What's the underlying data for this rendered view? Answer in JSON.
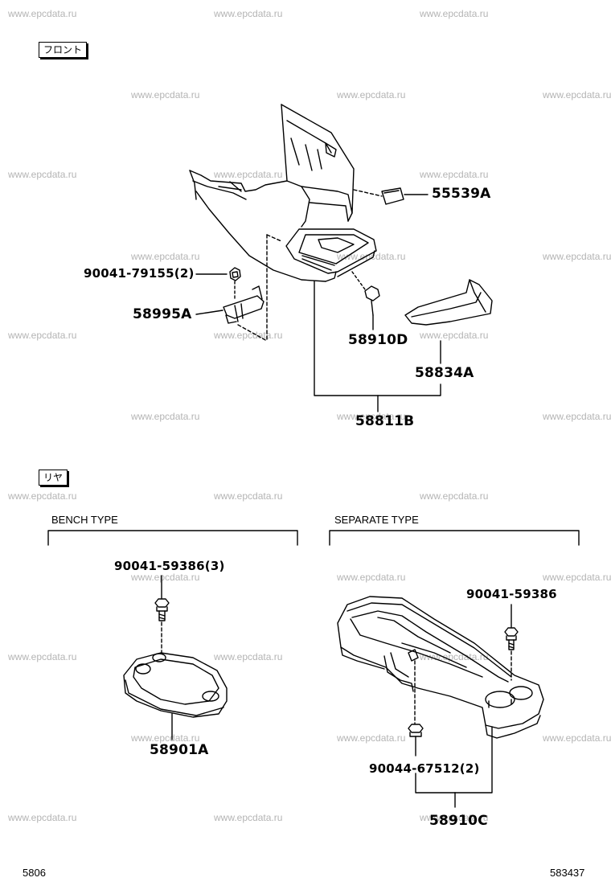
{
  "watermark": "www.epcdata.ru",
  "sections": {
    "front": {
      "tag": "フロント"
    },
    "rear": {
      "tag": "リヤ",
      "bench_type": "BENCH TYPE",
      "separate_type": "SEPARATE TYPE"
    }
  },
  "parts": {
    "p55539A": "55539A",
    "p90041_79155": "90041-79155(2)",
    "p58995A": "58995A",
    "p58910D": "58910D",
    "p58834A": "58834A",
    "p58811B": "58811B",
    "p90041_59386_3": "90041-59386(3)",
    "p58901A": "58901A",
    "p90041_59386": "90041-59386",
    "p90044_67512": "90044-67512(2)",
    "p58910C": "58910C"
  },
  "footer": {
    "left_code": "5806",
    "right_code": "583437"
  }
}
